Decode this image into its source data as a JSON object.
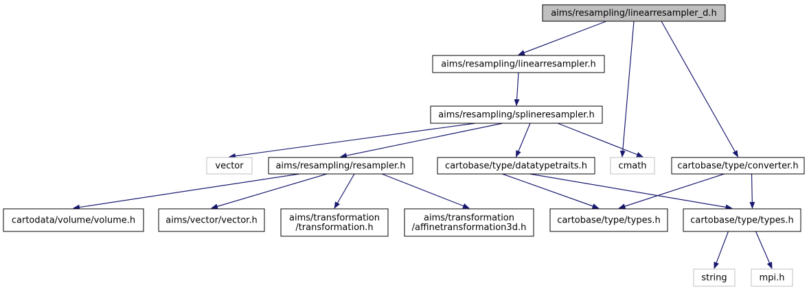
{
  "diagram": {
    "colors": {
      "edge": "#191970",
      "root_fill": "#bfbfbf",
      "node_border": "#000000",
      "external_border": "#bfbfbf",
      "text": "#000000"
    },
    "nodes": [
      {
        "id": "root",
        "lines": [
          "aims/resampling/linearresampler_d.h"
        ],
        "style": "root"
      },
      {
        "id": "linear",
        "lines": [
          "aims/resampling/linearresampler.h"
        ],
        "style": "normal"
      },
      {
        "id": "spline",
        "lines": [
          "aims/resampling/splineresampler.h"
        ],
        "style": "normal"
      },
      {
        "id": "vector",
        "lines": [
          "vector"
        ],
        "style": "external"
      },
      {
        "id": "resampler",
        "lines": [
          "aims/resampling/resampler.h"
        ],
        "style": "normal"
      },
      {
        "id": "datatypetraits",
        "lines": [
          "cartobase/type/datatypetraits.h"
        ],
        "style": "normal"
      },
      {
        "id": "cmath",
        "lines": [
          "cmath"
        ],
        "style": "external"
      },
      {
        "id": "converter",
        "lines": [
          "cartobase/type/converter.h"
        ],
        "style": "normal"
      },
      {
        "id": "volume",
        "lines": [
          "cartodata/volume/volume.h"
        ],
        "style": "normal"
      },
      {
        "id": "aimsvector",
        "lines": [
          "aims/vector/vector.h"
        ],
        "style": "normal"
      },
      {
        "id": "transformation",
        "lines": [
          "aims/transformation",
          "/transformation.h"
        ],
        "style": "normal"
      },
      {
        "id": "affine",
        "lines": [
          "aims/transformation",
          "/affinetransformation3d.h"
        ],
        "style": "normal"
      },
      {
        "id": "types1",
        "lines": [
          "cartobase/type/types.h"
        ],
        "style": "normal"
      },
      {
        "id": "types2",
        "lines": [
          "cartobase/type/types.h"
        ],
        "style": "normal"
      },
      {
        "id": "string",
        "lines": [
          "string"
        ],
        "style": "external"
      },
      {
        "id": "mpi",
        "lines": [
          "mpi.h"
        ],
        "style": "external"
      }
    ],
    "edges": [
      {
        "from": "root",
        "to": "linear"
      },
      {
        "from": "root",
        "to": "cmath"
      },
      {
        "from": "root",
        "to": "converter"
      },
      {
        "from": "linear",
        "to": "spline"
      },
      {
        "from": "spline",
        "to": "vector"
      },
      {
        "from": "spline",
        "to": "resampler"
      },
      {
        "from": "spline",
        "to": "datatypetraits"
      },
      {
        "from": "spline",
        "to": "cmath"
      },
      {
        "from": "resampler",
        "to": "volume"
      },
      {
        "from": "resampler",
        "to": "aimsvector"
      },
      {
        "from": "resampler",
        "to": "transformation"
      },
      {
        "from": "resampler",
        "to": "affine"
      },
      {
        "from": "datatypetraits",
        "to": "types1"
      },
      {
        "from": "datatypetraits",
        "to": "types2"
      },
      {
        "from": "converter",
        "to": "types1"
      },
      {
        "from": "converter",
        "to": "types2"
      },
      {
        "from": "types2",
        "to": "string"
      },
      {
        "from": "types2",
        "to": "mpi"
      }
    ]
  }
}
